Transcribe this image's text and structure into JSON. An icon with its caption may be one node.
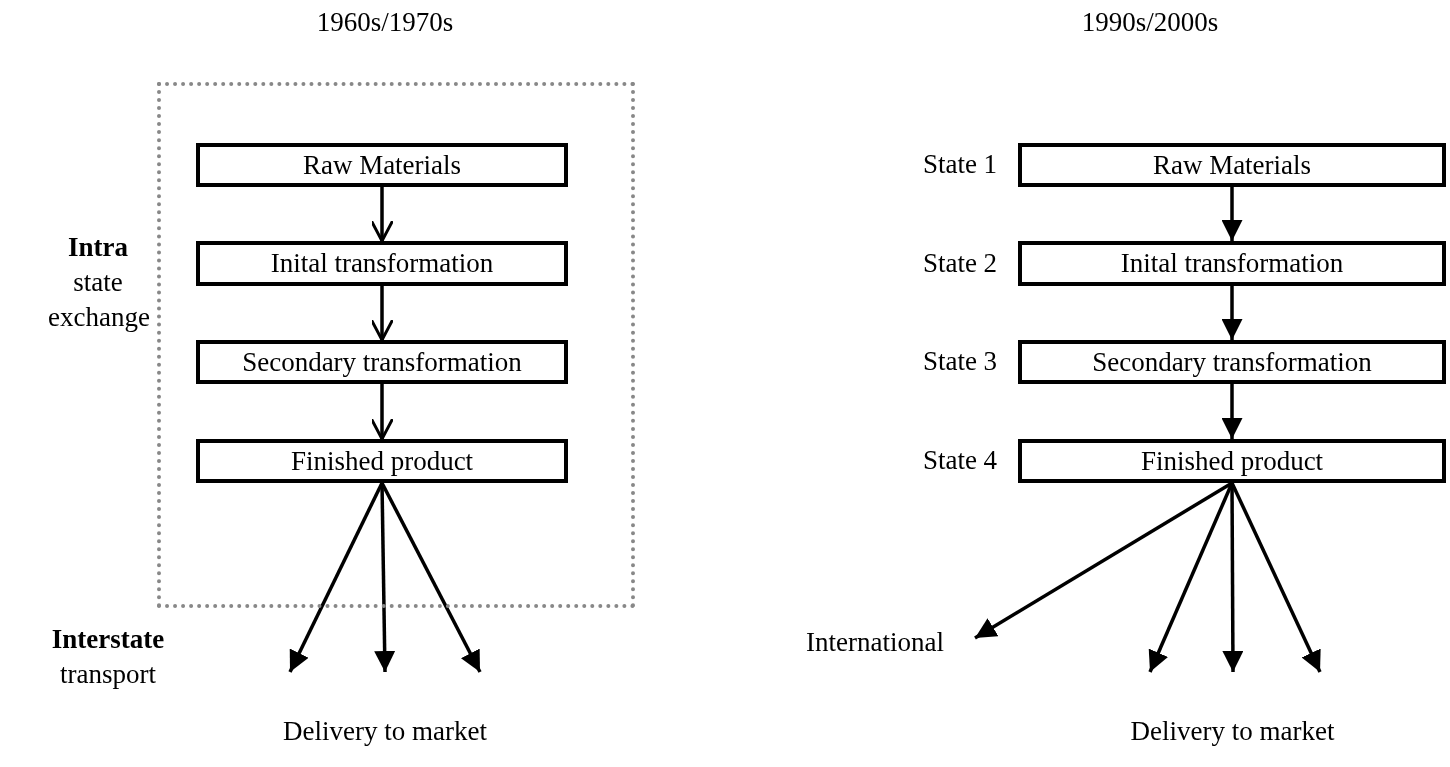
{
  "diagram": {
    "nodes": [
      {
        "text": [],
        "shape": "box"
      },
      {
        "text": [
          "Raw Materials"
        ],
        "in": 0
      },
      {
        "text": [
          "Inital transformation"
        ],
        "in": 0
      },
      {
        "text": [
          "Secondary transformation"
        ],
        "in": 0
      },
      {
        "text": [
          "Finished product"
        ],
        "in": 0
      },
      {
        "text": [
          "Delivery to market"
        ]
      },
      {
        "text": [
          "Raw Materials"
        ]
      },
      {
        "text": [
          "Inital transformation"
        ]
      },
      {
        "text": [
          "Secondary transformation"
        ]
      },
      {
        "text": [
          "Finished product"
        ]
      },
      {
        "text": [
          "International"
        ]
      },
      {
        "text": [
          "Delivery to market"
        ]
      }
    ],
    "edges": [
      {
        "from": 1,
        "to": 2,
        "arrow": "to"
      },
      {
        "from": 2,
        "to": 3,
        "arrow": "to"
      },
      {
        "from": 3,
        "to": 4,
        "arrow": "to"
      },
      {
        "from": 4,
        "to": 5,
        "arrow": "to"
      },
      {
        "from": 4,
        "to": 5,
        "arrow": "to"
      },
      {
        "from": 4,
        "to": 5,
        "arrow": "to"
      },
      {
        "from": 6,
        "to": 7,
        "arrow": "to"
      },
      {
        "from": 7,
        "to": 8,
        "arrow": "to"
      },
      {
        "from": 8,
        "to": 9,
        "arrow": "to"
      },
      {
        "from": 9,
        "to": 10,
        "arrow": "to"
      },
      {
        "from": 9,
        "to": 11,
        "arrow": "to"
      },
      {
        "from": 9,
        "to": 11,
        "arrow": "to"
      },
      {
        "from": 9,
        "to": 11,
        "arrow": "to"
      }
    ],
    "labels": [
      "1960s/1970s",
      "1990s/2000s",
      "**Intra** state exchange",
      "**Interstate** transport",
      "State 1",
      "State 2",
      "State 3",
      "State 4"
    ]
  }
}
